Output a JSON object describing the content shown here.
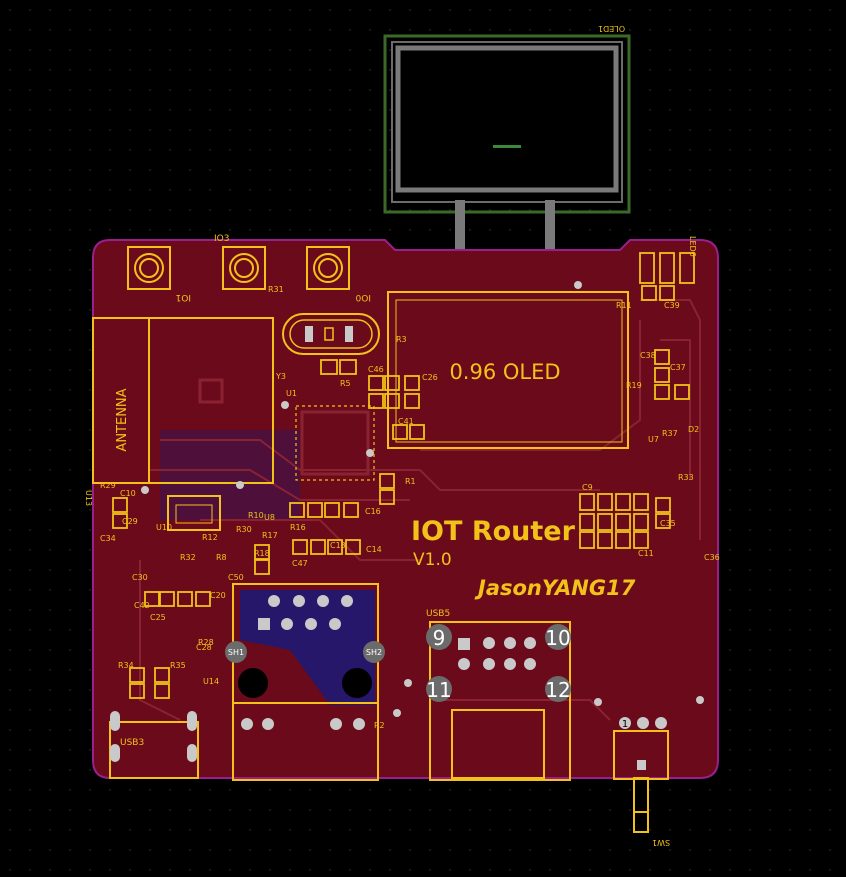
{
  "board": {
    "title": "IOT Router",
    "version": "V1.0",
    "author": "JasonYANG17",
    "colors": {
      "background": "#000000",
      "board": "#6b0a1a",
      "board_edge": "#9a1f8e",
      "silkscreen": "#f2c21a",
      "copper_bottom": "#1a1a7a",
      "pad": "#c9c9c9",
      "oled_outline": "#3a6a2a"
    }
  },
  "labels": {
    "oled_module": "OLED1",
    "oled_inner": "0.96  OLED",
    "antenna": "ANTENNA",
    "u13": "U13",
    "io3": "IO3",
    "io1": "IO1",
    "io0": "IO0",
    "usb5": "USB5",
    "usb3": "USB3",
    "sh1": "SH1",
    "sh2": "SH2",
    "sw1": "SW1",
    "leds": "LED6",
    "pin9": "9",
    "pin10": "10",
    "pin11": "11",
    "pin12": "12",
    "pin1": "1"
  },
  "refdes": [
    "R31",
    "Y3",
    "U1",
    "R5",
    "C46",
    "C26",
    "C41",
    "R1",
    "R29",
    "C10",
    "C34",
    "U10",
    "C30",
    "C42",
    "C20",
    "C28",
    "R34",
    "R35",
    "U14",
    "R2",
    "C36",
    "C9",
    "C11",
    "C35",
    "R33",
    "U7",
    "R37",
    "D2",
    "C38",
    "C37",
    "C16",
    "C13",
    "C14",
    "R17",
    "R18",
    "U8",
    "R16",
    "R11",
    "R10",
    "R30",
    "C47",
    "R28",
    "C50",
    "R12",
    "R3",
    "R32",
    "C25",
    "C39",
    "C29",
    "R8",
    "R19"
  ]
}
